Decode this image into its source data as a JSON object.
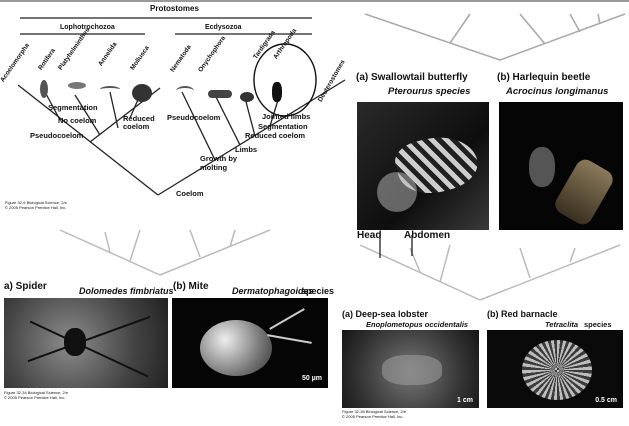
{
  "tree": {
    "protostomes": "Protostomes",
    "lophotrochozoa": "Lophotrochozoa",
    "ecdysozoa": "Ecdysozoa",
    "taxa": [
      "Acoelomorpha",
      "Rotifera",
      "Platyhelminthes",
      "Annelida",
      "Mollusca",
      "Nematoda",
      "Onychophora",
      "Tardigrada",
      "Arthropoda",
      "Deuterostomes"
    ],
    "events": {
      "segmentation": "Segmentation",
      "no_coelom": "No coelom",
      "reduced_coelom_1": "Reduced coelom",
      "pseudocoelom_1": "Pseudocoelom",
      "pseudocoelom_2": "Pseudocoelom",
      "jointed_limbs": "Jointed limbs",
      "segmentation_2": "Segmentation",
      "reduced_coelom_2": "Reduced coelom",
      "limbs": "Limbs",
      "growth_molting": "Growth by molting",
      "coelom": "Coelom"
    },
    "credit": [
      "Figure 32-9 Biological Science, 2/e",
      "© 2005 Pearson Prentice Hall, Inc."
    ]
  },
  "insects": {
    "a_title": "(a) Swallowtail butterfly",
    "a_species": "Pterourus species",
    "b_title": "(b) Harlequin beetle",
    "b_species": "Acrocinus longimanus",
    "head_label": "Head",
    "abdomen_label": "Abdomen"
  },
  "arachnids": {
    "a_title": "a) Spider",
    "a_species": "Dolomedes fimbriatus",
    "b_title": "(b) Mite",
    "b_species": "Dermatophagoides",
    "b_species_suffix": "species",
    "scale": "50 µm",
    "credit": [
      "Figure 32-34 Biological Science, 2/e",
      "© 2005 Pearson Prentice Hall, Inc."
    ]
  },
  "crustaceans": {
    "a_title": "(a) Deep-sea lobster",
    "a_species": "Enoplometopus occidentalis",
    "b_title": "(b) Red barnacle",
    "b_species": "Tetraclita",
    "b_species_suffix": "species",
    "scale_a": "1 cm",
    "scale_b": "0.5 cm",
    "credit": [
      "Figure 32-36 Biological Science, 2/e",
      "© 2005 Pearson Prentice Hall, Inc."
    ]
  }
}
